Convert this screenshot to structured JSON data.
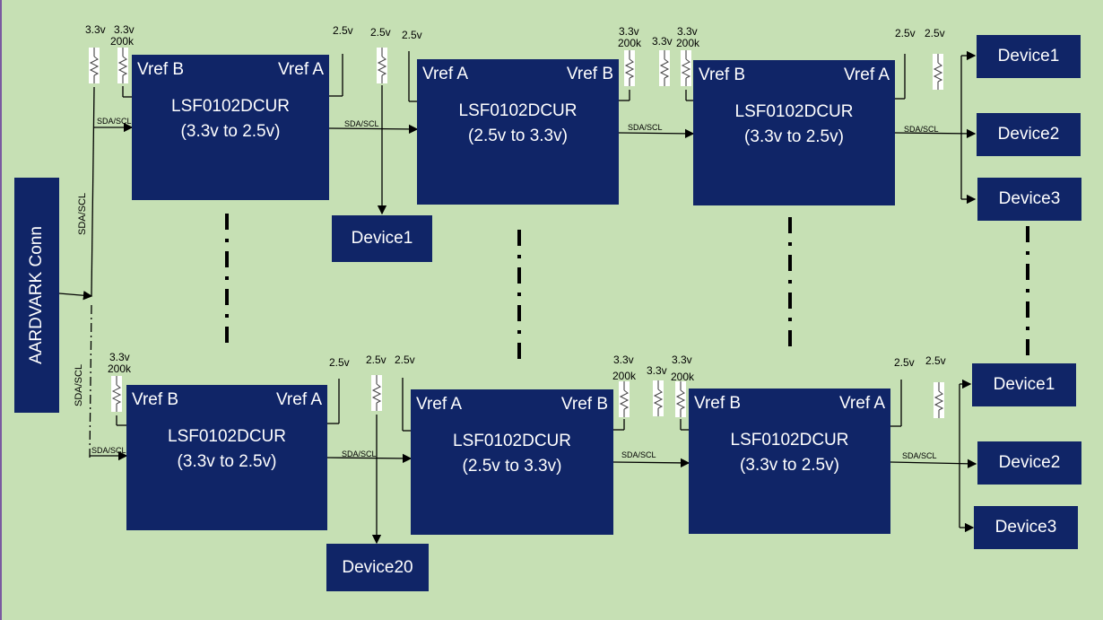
{
  "connector": {
    "label": "AARDVARK Conn"
  },
  "bus": {
    "label": "SDA/SCL"
  },
  "chips": [
    {
      "name": "LSF0102DCUR",
      "range": "(3.3v to 2.5v)",
      "left": "Vref B",
      "right": "Vref A"
    },
    {
      "name": "LSF0102DCUR",
      "range": "(2.5v to 3.3v)",
      "left": "Vref A",
      "right": "Vref B"
    },
    {
      "name": "LSF0102DCUR",
      "range": "(3.3v to 2.5v)",
      "left": "Vref B",
      "right": "Vref A"
    },
    {
      "name": "LSF0102DCUR",
      "range": "(3.3v to 2.5v)",
      "left": "Vref B",
      "right": "Vref A"
    },
    {
      "name": "LSF0102DCUR",
      "range": "(2.5v to 3.3v)",
      "left": "Vref A",
      "right": "Vref B"
    },
    {
      "name": "LSF0102DCUR",
      "range": "(3.3v to 2.5v)",
      "left": "Vref B",
      "right": "Vref A"
    }
  ],
  "devices": {
    "top_mid": "Device1",
    "top_right": [
      "Device1",
      "Device2",
      "Device3"
    ],
    "bottom_mid": "Device20",
    "bottom_right": [
      "Device1",
      "Device2",
      "Device3"
    ]
  },
  "voltages": {
    "v33": "3.3v",
    "v25": "2.5v",
    "r200k": "200k"
  },
  "colors": {
    "background": "#c6e0b4",
    "box": "#102567",
    "text": "#ffffff"
  }
}
